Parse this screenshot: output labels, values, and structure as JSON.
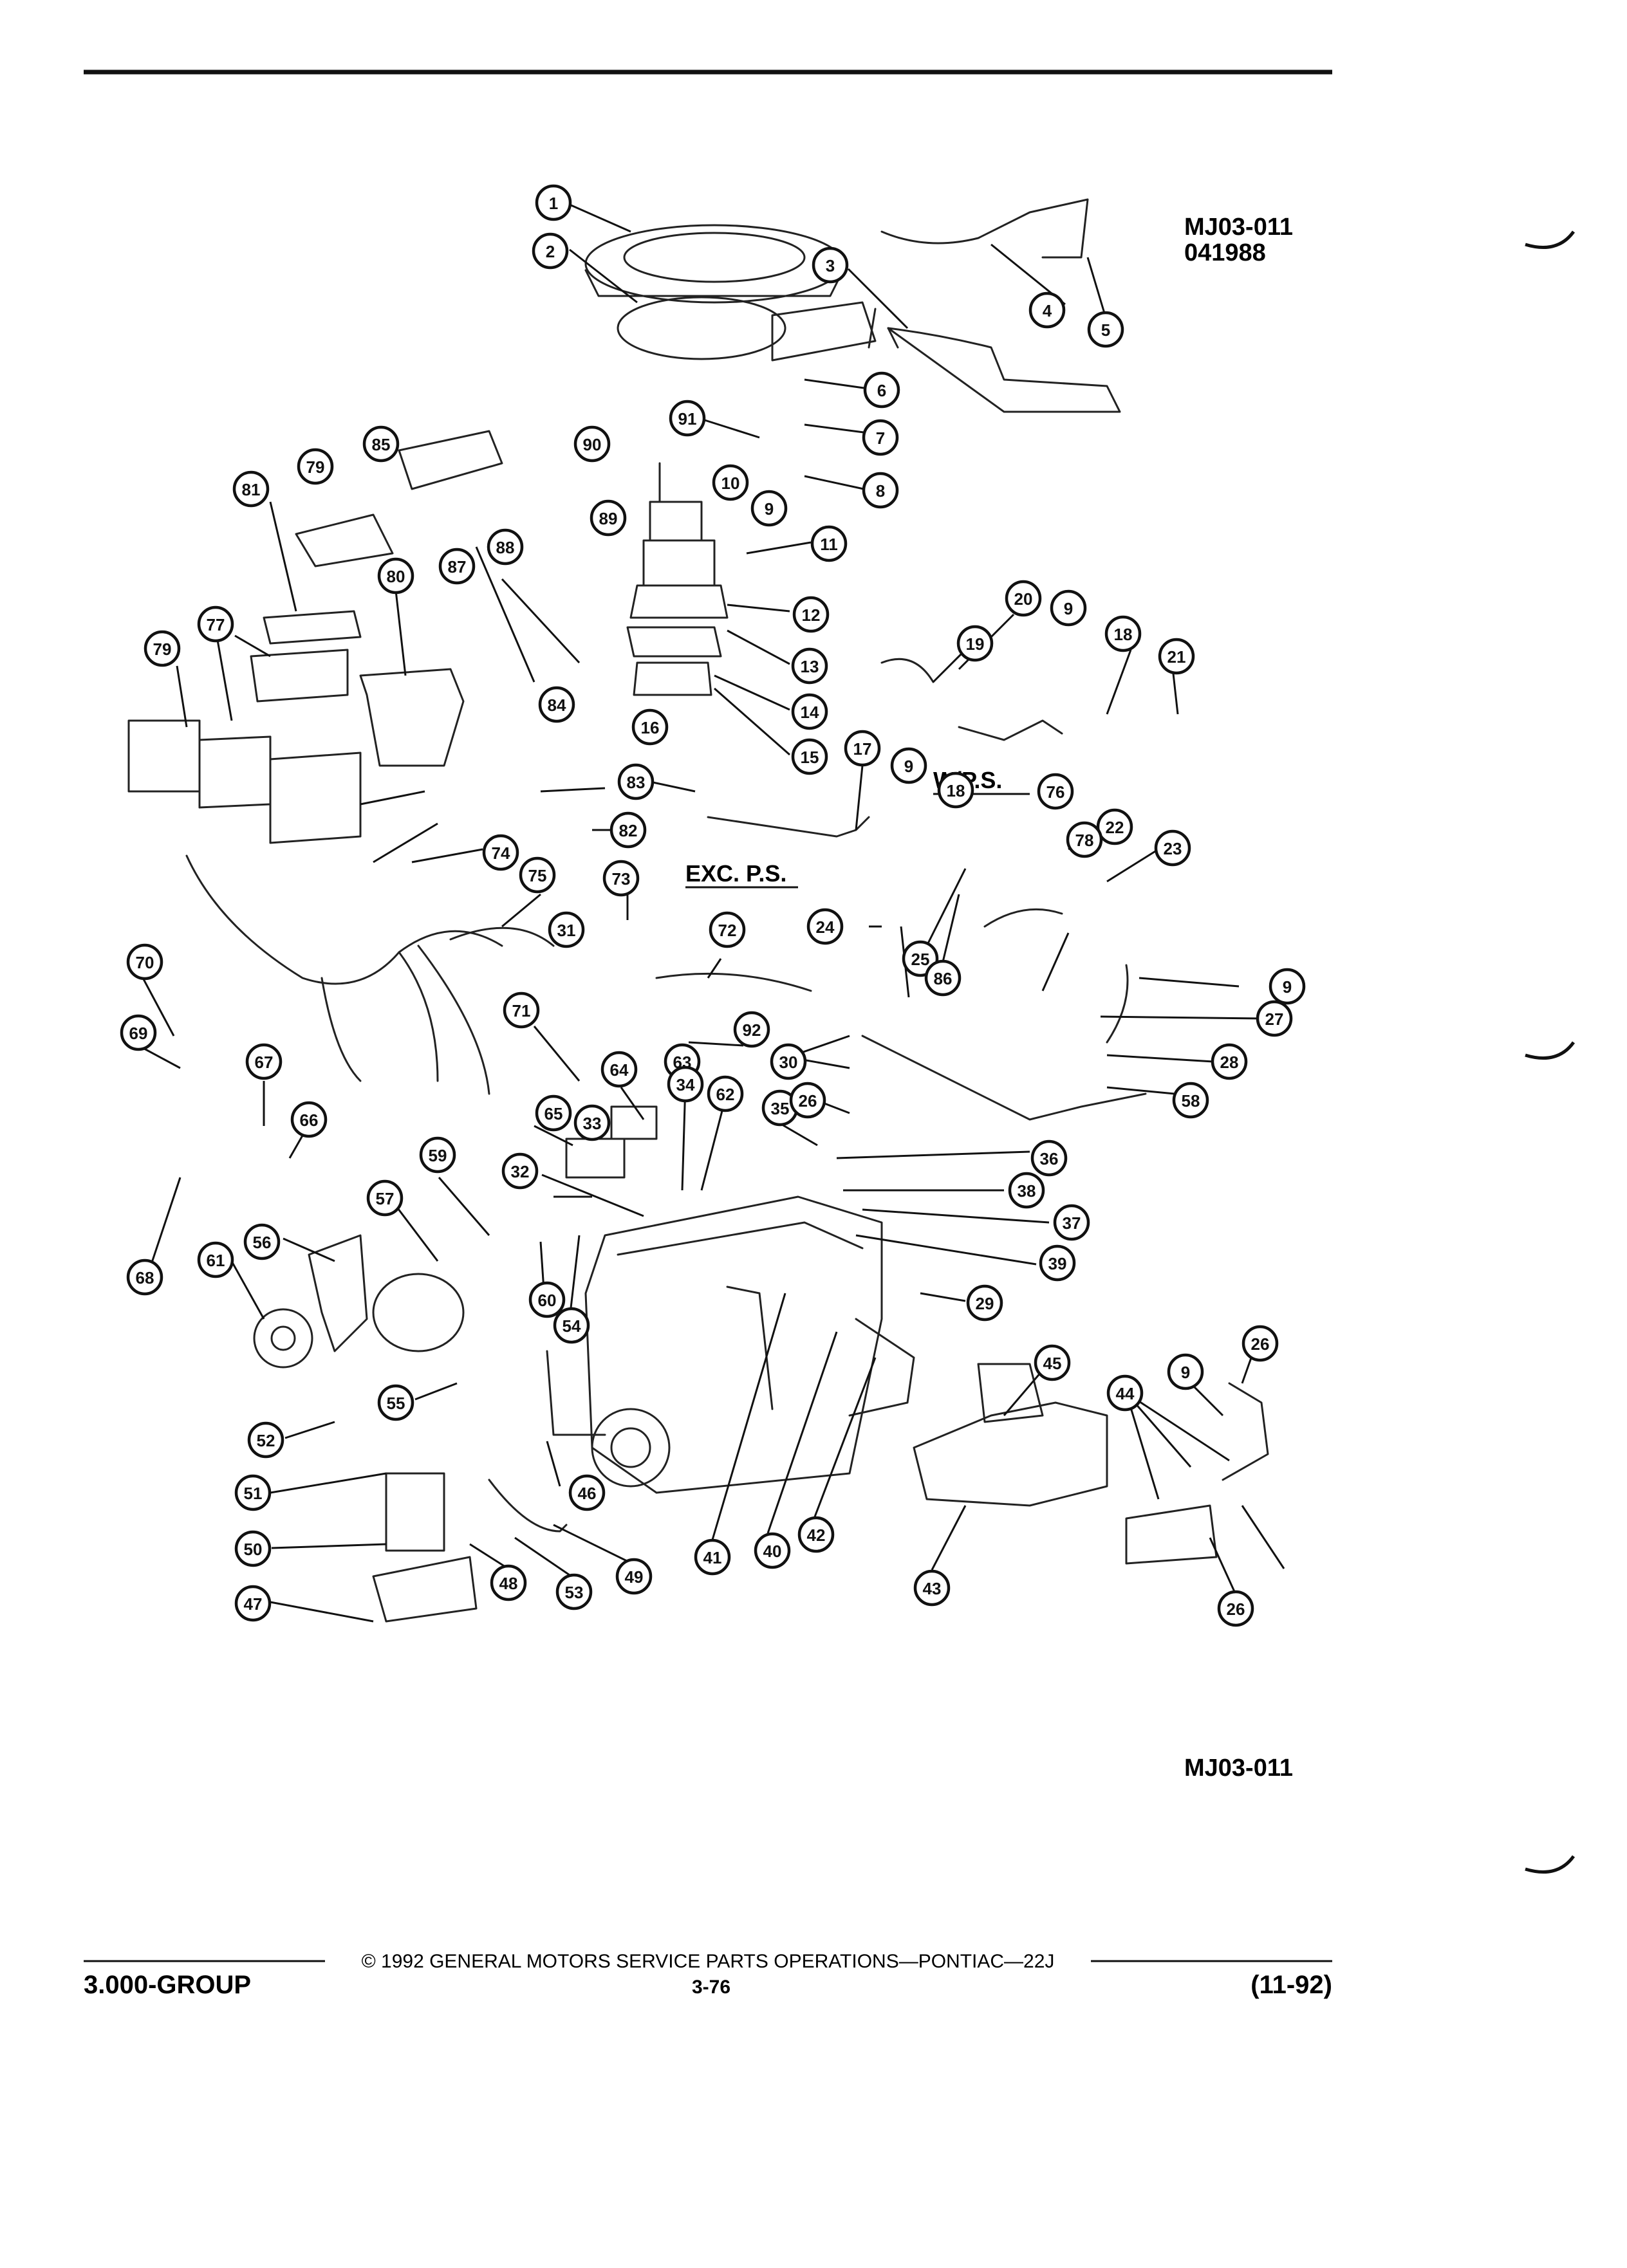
{
  "figure_code": "MJ03-011",
  "figure_date": "041988",
  "figure_code_bottom": "MJ03-011",
  "labels": {
    "exc_ps": "EXC. P.S.",
    "w_ps": "W/P.S."
  },
  "callouts": [
    "1",
    "2",
    "3",
    "4",
    "5",
    "6",
    "7",
    "8",
    "90",
    "91",
    "10",
    "9",
    "89",
    "88",
    "87",
    "11",
    "12",
    "13",
    "14",
    "15",
    "16",
    "84",
    "83",
    "82",
    "17",
    "9",
    "18",
    "19",
    "20",
    "9",
    "18",
    "21",
    "22",
    "23",
    "24",
    "25",
    "86",
    "79",
    "85",
    "81",
    "80",
    "79",
    "77",
    "76",
    "78",
    "74",
    "75",
    "73",
    "31",
    "72",
    "71",
    "92",
    "70",
    "69",
    "67",
    "66",
    "68",
    "65",
    "64",
    "63",
    "62",
    "32",
    "33",
    "34",
    "35",
    "36",
    "38",
    "37",
    "39",
    "29",
    "30",
    "26",
    "9",
    "27",
    "28",
    "58",
    "59",
    "57",
    "56",
    "61",
    "60",
    "54",
    "55",
    "52",
    "51",
    "50",
    "47",
    "48",
    "53",
    "49",
    "46",
    "41",
    "40",
    "42",
    "45",
    "43",
    "26",
    "9",
    "44",
    "26"
  ],
  "footer": {
    "copyright": "© 1992 GENERAL MOTORS SERVICE PARTS OPERATIONS—PONTIAC—22J",
    "group": "3.000-GROUP",
    "page": "3-76",
    "date": "(11-92)"
  }
}
